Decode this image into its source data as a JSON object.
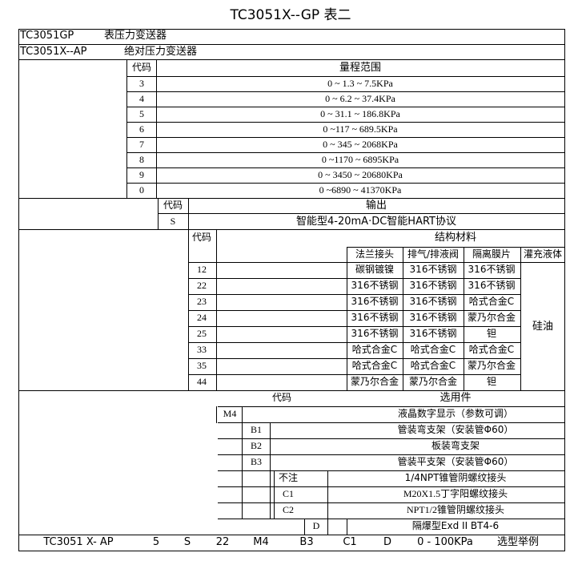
{
  "title": "TC3051X--GP   表二",
  "models": [
    {
      "code": "TC3051GP",
      "name": "表压力变送器"
    },
    {
      "code": "TC3051X--AP",
      "name": "绝对压力变送器"
    }
  ],
  "range": {
    "code_header": "代码",
    "header": "量程范围",
    "rows": [
      {
        "code": "3",
        "value": "0 ~ 1.3 ~ 7.5KPa"
      },
      {
        "code": "4",
        "value": "0 ~ 6.2 ~ 37.4KPa"
      },
      {
        "code": "5",
        "value": "0 ~ 31.1 ~ 186.8KPa"
      },
      {
        "code": "6",
        "value": "0 ~117 ~ 689.5KPa"
      },
      {
        "code": "7",
        "value": "0 ~ 345 ~ 2068KPa"
      },
      {
        "code": "8",
        "value": "0 ~1170 ~ 6895KPa"
      },
      {
        "code": "9",
        "value": "0 ~ 3450 ~ 20680KPa"
      },
      {
        "code": "0",
        "value": "0 ~6890 ~ 41370KPa"
      }
    ]
  },
  "output": {
    "code_header": "代码",
    "header": "输出",
    "rows": [
      {
        "code": "S",
        "value": "智能型4-20mA·DC智能HART协议"
      }
    ]
  },
  "material": {
    "code_header": "代码",
    "header": "结构材料",
    "columns": [
      "法兰接头",
      "排气/排液阀",
      "隔离膜片",
      "灌充液体"
    ],
    "fill": "硅油",
    "rows": [
      {
        "code": "12",
        "flange": "碳钢镀镍",
        "valve": "316不锈钢",
        "diaphragm": "316不锈钢"
      },
      {
        "code": "22",
        "flange": "316不锈钢",
        "valve": "316不锈钢",
        "diaphragm": "316不锈钢"
      },
      {
        "code": "23",
        "flange": "316不锈钢",
        "valve": "316不锈钢",
        "diaphragm": "哈式合金C"
      },
      {
        "code": "24",
        "flange": "316不锈钢",
        "valve": "316不锈钢",
        "diaphragm": "蒙乃尔合金"
      },
      {
        "code": "25",
        "flange": "316不锈钢",
        "valve": "316不锈钢",
        "diaphragm": "钽"
      },
      {
        "code": "33",
        "flange": "哈式合金C",
        "valve": "哈式合金C",
        "diaphragm": "哈式合金C"
      },
      {
        "code": "35",
        "flange": "哈式合金C",
        "valve": "哈式合金C",
        "diaphragm": "蒙乃尔合金"
      },
      {
        "code": "44",
        "flange": "蒙乃尔合金",
        "valve": "蒙乃尔合金",
        "diaphragm": "钽"
      }
    ]
  },
  "options": {
    "code_header": "代码",
    "header": "选用件",
    "rows": [
      {
        "code": "M4",
        "value": "液晶数字显示（参数可调）"
      },
      {
        "code": "B1",
        "value": "管装弯支架（安装管Φ60）"
      },
      {
        "code": "B2",
        "value": "板装弯支架"
      },
      {
        "code": "B3",
        "value": "管装平支架（安装管Φ60）"
      },
      {
        "code": "不注",
        "value": "1/4NPT锥管阴螺纹接头"
      },
      {
        "code": "C1",
        "value": "M20X1.5丁字阳螺纹接头"
      },
      {
        "code": "C2",
        "value": "NPT1/2锥管阴螺纹接头"
      },
      {
        "code": "D",
        "value": "隔爆型Exd II BT4-6"
      }
    ]
  },
  "example": {
    "parts": [
      "TC3051 X- AP",
      "5",
      "S",
      "22",
      "M4",
      "B3",
      "C1",
      "D",
      "0 - 100KPa"
    ],
    "label": "选型举例"
  }
}
